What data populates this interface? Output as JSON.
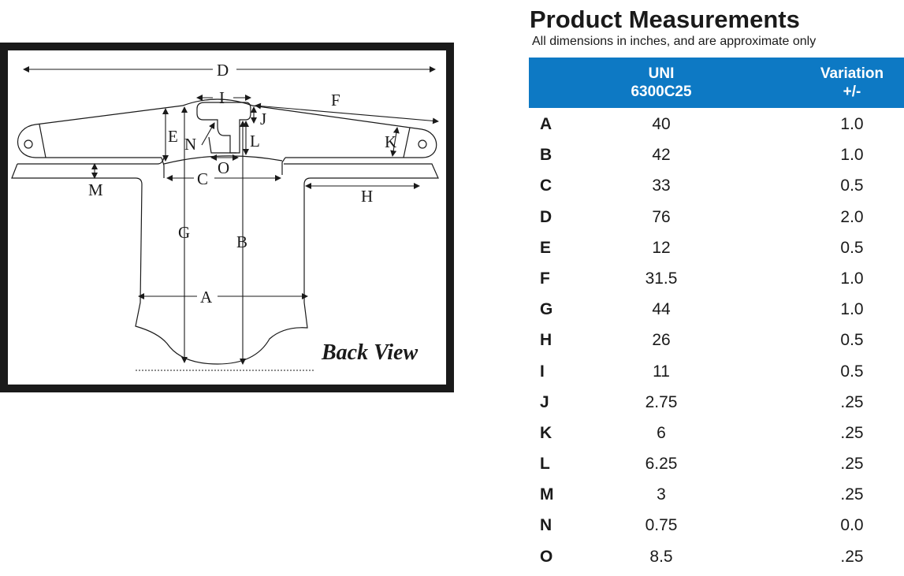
{
  "diagram": {
    "caption": "Back View",
    "labels": {
      "D": "D",
      "I": "I",
      "F": "F",
      "J": "J",
      "E": "E",
      "N": "N",
      "L": "L",
      "K": "K",
      "O": "O",
      "C": "C",
      "M": "M",
      "H": "H",
      "G": "G",
      "B": "B",
      "A": "A"
    }
  },
  "panel": {
    "title": "Product Measurements",
    "subtitle": "All dimensions in inches, and are approximate only"
  },
  "table": {
    "headers": {
      "col1_line1": "UNI",
      "col1_line2": "6300C25",
      "col2_line1": "Variation",
      "col2_line2": "+/-"
    },
    "header_color": "#0d79c4",
    "rows": [
      {
        "letter": "A",
        "uni": "40",
        "variation": "1.0"
      },
      {
        "letter": "B",
        "uni": "42",
        "variation": "1.0"
      },
      {
        "letter": "C",
        "uni": "33",
        "variation": "0.5"
      },
      {
        "letter": "D",
        "uni": "76",
        "variation": "2.0"
      },
      {
        "letter": "E",
        "uni": "12",
        "variation": "0.5"
      },
      {
        "letter": "F",
        "uni": "31.5",
        "variation": "1.0"
      },
      {
        "letter": "G",
        "uni": "44",
        "variation": "1.0"
      },
      {
        "letter": "H",
        "uni": "26",
        "variation": "0.5"
      },
      {
        "letter": "I",
        "uni": "11",
        "variation": "0.5"
      },
      {
        "letter": "J",
        "uni": "2.75",
        "variation": ".25"
      },
      {
        "letter": "K",
        "uni": "6",
        "variation": ".25"
      },
      {
        "letter": "L",
        "uni": "6.25",
        "variation": ".25"
      },
      {
        "letter": "M",
        "uni": "3",
        "variation": ".25"
      },
      {
        "letter": "N",
        "uni": "0.75",
        "variation": "0.0"
      },
      {
        "letter": "O",
        "uni": "8.5",
        "variation": ".25"
      }
    ]
  }
}
